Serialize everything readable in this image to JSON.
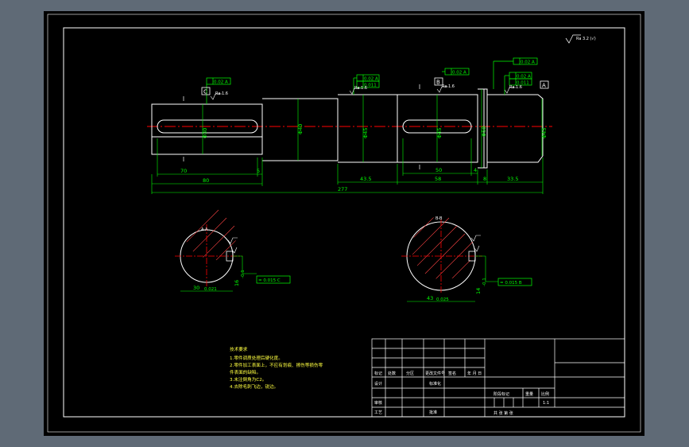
{
  "colors": {
    "background": "#5f6a76",
    "sheet": "#000000",
    "outline": "#ffffff",
    "dimension": "#00ff00",
    "centerline": "#ff0000",
    "hatch": "#ff4444",
    "notes": "#ffff40"
  },
  "roughness_corner": "Ra 3.2 (√)",
  "shaft": {
    "overall_length": "277",
    "dims_bottom": {
      "d70": "70",
      "d5": "5",
      "d80": "80",
      "d43_5": "43.5",
      "d50": "50",
      "d4": "4",
      "d58": "58",
      "d8": "8",
      "d33_5": "33.5"
    },
    "diameters": {
      "dia_left_key": "Φ30",
      "dia_mid": "Φ40",
      "dia_bearing_left": "Φ45",
      "dia_key_right": "Φ45",
      "dia_shoulder": "Φ50",
      "dia_bearing_right": "Φ45"
    },
    "datums": {
      "c": "C",
      "b": "B",
      "a": "A"
    },
    "tolerances": {
      "c_frame": "0.02 A",
      "left_bearing_top": "0.02 A",
      "left_bearing_bottom": "0.011",
      "b_frame": "0.02 A",
      "right_frame_top": "0.02 A",
      "right_frame_mid": "0.02 A",
      "right_frame_bottom": "0.011",
      "right_end": "0.02 A"
    },
    "roughness": {
      "r1": "Ra 1.6",
      "r2": "Ra 1.6",
      "r3": "Ra 1.6",
      "r4": "Ra 1.6"
    }
  },
  "sections": {
    "left": {
      "label": "A-A",
      "width_dim": "30",
      "width_tol": "0.021",
      "depth_dim": "16",
      "depth_tol": "-0.1",
      "sym_tol": "= 0.015 C"
    },
    "right": {
      "label": "B-B",
      "width_dim": "43",
      "width_tol": "0.025",
      "depth_dim": "14",
      "depth_tol": "-0.1",
      "sym_tol": "= 0.015 B"
    }
  },
  "notes": {
    "title": "技术要求",
    "line1": "1.零件调质处理后硬化度。",
    "line2": "2.零件加工表面上，不应有划痕、擦伤等损伤零",
    "line3": "件表面的缺陷。",
    "line4": "3.未注倒角为C2。",
    "line5": "4.去除毛刺飞边，锐边。"
  },
  "title_block": {
    "r_mark": "标记",
    "r_count": "处数",
    "r_zone": "分区",
    "r_docno": "更改文件号",
    "r_sign": "签名",
    "r_date": "年 月 日",
    "designer": "设计",
    "standard": "标准化",
    "checker": "审核",
    "process": "工艺",
    "approve": "批准",
    "stage_label": "阶段标记",
    "weight_label": "重量",
    "scale_label": "比例",
    "scale_value": "1:1",
    "sheets": "共   张  第   张"
  }
}
